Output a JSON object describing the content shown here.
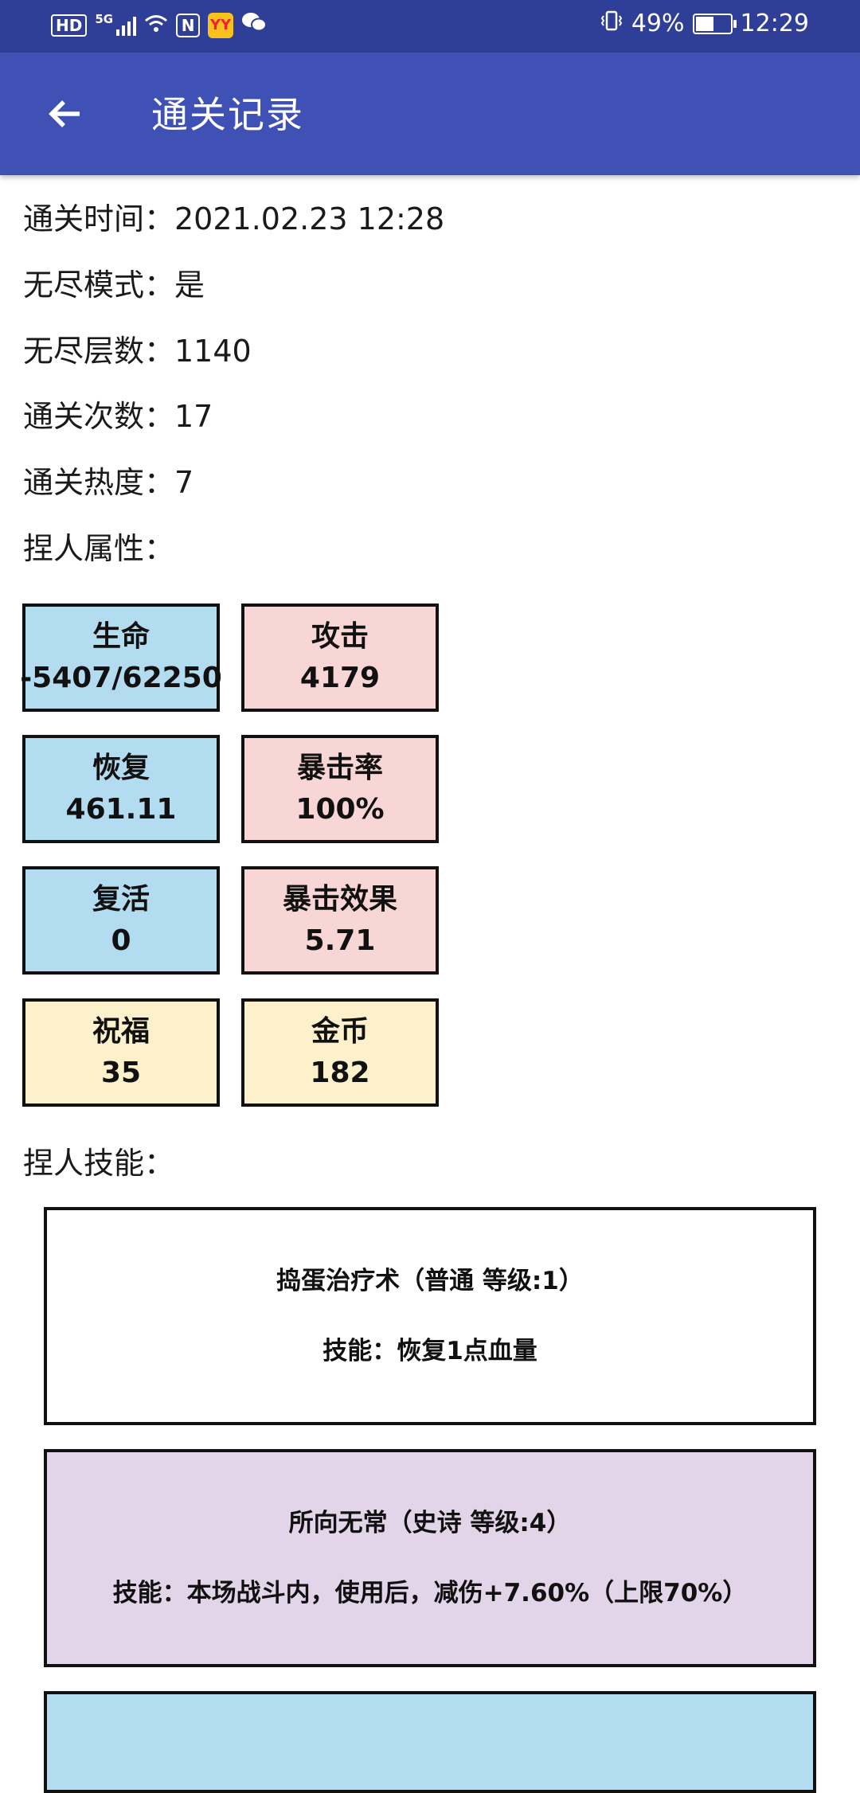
{
  "status_bar": {
    "hd": "HD",
    "network": "5G",
    "nfc": "N",
    "yy_badge": "YY",
    "battery": "49%",
    "battery_level": 0.49,
    "time": "12:29"
  },
  "app_bar": {
    "title": "通关记录"
  },
  "info": {
    "clear_time": "通关时间：2021.02.23 12:28",
    "endless_mode": "无尽模式：是",
    "endless_floors": "无尽层数：1140",
    "clear_count": "通关次数：17",
    "clear_heat": "通关热度：7",
    "attributes_title": "捏人属性：",
    "skills_title": "捏人技能："
  },
  "stats": [
    {
      "label": "生命",
      "value": "-5407/62250",
      "color": "#b3dcf0"
    },
    {
      "label": "攻击",
      "value": "4179",
      "color": "#f8d6d6"
    },
    {
      "label": "恢复",
      "value": "461.11",
      "color": "#b3dcf0"
    },
    {
      "label": "暴击率",
      "value": "100%",
      "color": "#f8d6d6"
    },
    {
      "label": "复活",
      "value": "0",
      "color": "#b3dcf0"
    },
    {
      "label": "暴击效果",
      "value": "5.71",
      "color": "#f8d6d6"
    },
    {
      "label": "祝福",
      "value": "35",
      "color": "#fdf1cc"
    },
    {
      "label": "金币",
      "value": "182",
      "color": "#fdf1cc"
    }
  ],
  "skills": [
    {
      "name": "捣蛋治疗术（普通 等级:1）",
      "desc": "技能：恢复1点血量",
      "color": "#ffffff"
    },
    {
      "name": "所向无常（史诗 等级:4）",
      "desc": "技能：本场战斗内，使用后，减伤+7.60%（上限70%）",
      "color": "#e3d5e9"
    },
    {
      "name": "",
      "desc": "",
      "color": "#b3dcf0"
    }
  ]
}
